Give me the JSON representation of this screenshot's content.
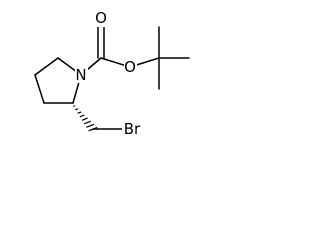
{
  "atoms": {
    "nitrogen": "N",
    "carbonyl_oxygen": "O",
    "ester_oxygen": "O",
    "bromine": "Br"
  },
  "stereo": {
    "wedge": "hashed",
    "center": "C2"
  }
}
